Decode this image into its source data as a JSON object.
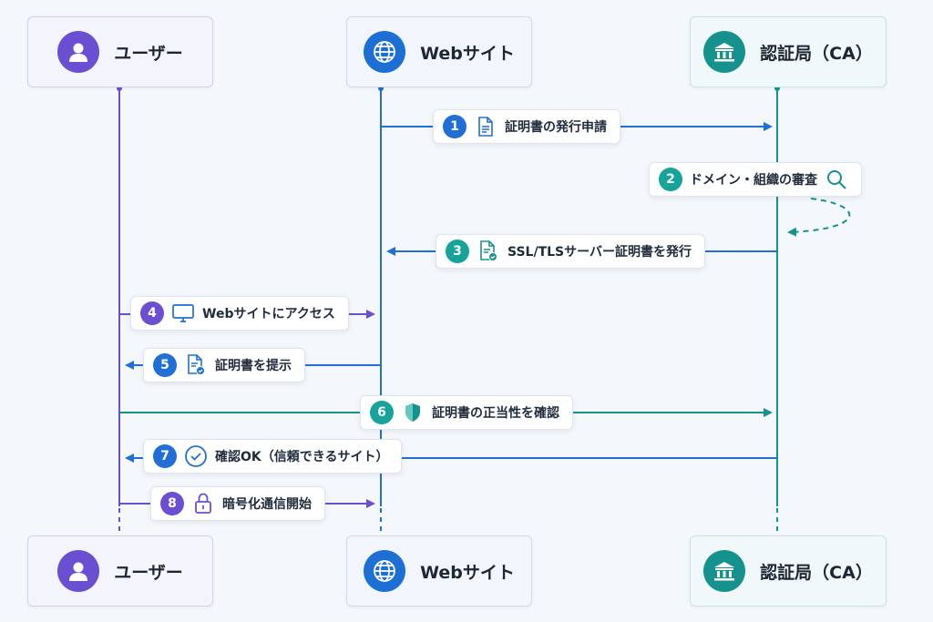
{
  "actors": {
    "user": {
      "label": "ユーザー",
      "icon": "user-icon",
      "color": "#6b4fd3"
    },
    "website": {
      "label": "Webサイト",
      "icon": "globe-icon",
      "color": "#1d6fd6"
    },
    "ca": {
      "label": "認証局（CA）",
      "icon": "bank-icon",
      "color": "#15928e"
    }
  },
  "messages": [
    {
      "num": "1",
      "text": "証明書の発行申請",
      "icon": "document-icon"
    },
    {
      "num": "2",
      "text": "ドメイン・組織の審査",
      "icon": "search-icon"
    },
    {
      "num": "3",
      "text": "SSL/TLSサーバー証明書を発行",
      "icon": "certificate-icon"
    },
    {
      "num": "4",
      "text": "Webサイトにアクセス",
      "icon": "monitor-icon"
    },
    {
      "num": "5",
      "text": "証明書を提示",
      "icon": "certificate-icon"
    },
    {
      "num": "6",
      "text": "証明書の正当性を確認",
      "icon": "shield-icon"
    },
    {
      "num": "7",
      "text": "確認OK（信頼できるサイト）",
      "icon": "check-circle-icon"
    },
    {
      "num": "8",
      "text": "暗号化通信開始",
      "icon": "lock-icon"
    }
  ],
  "colors": {
    "user": "#6b4fd3",
    "website": "#1f6fd6",
    "ca": "#15928e",
    "background": "#f4f7fb"
  }
}
